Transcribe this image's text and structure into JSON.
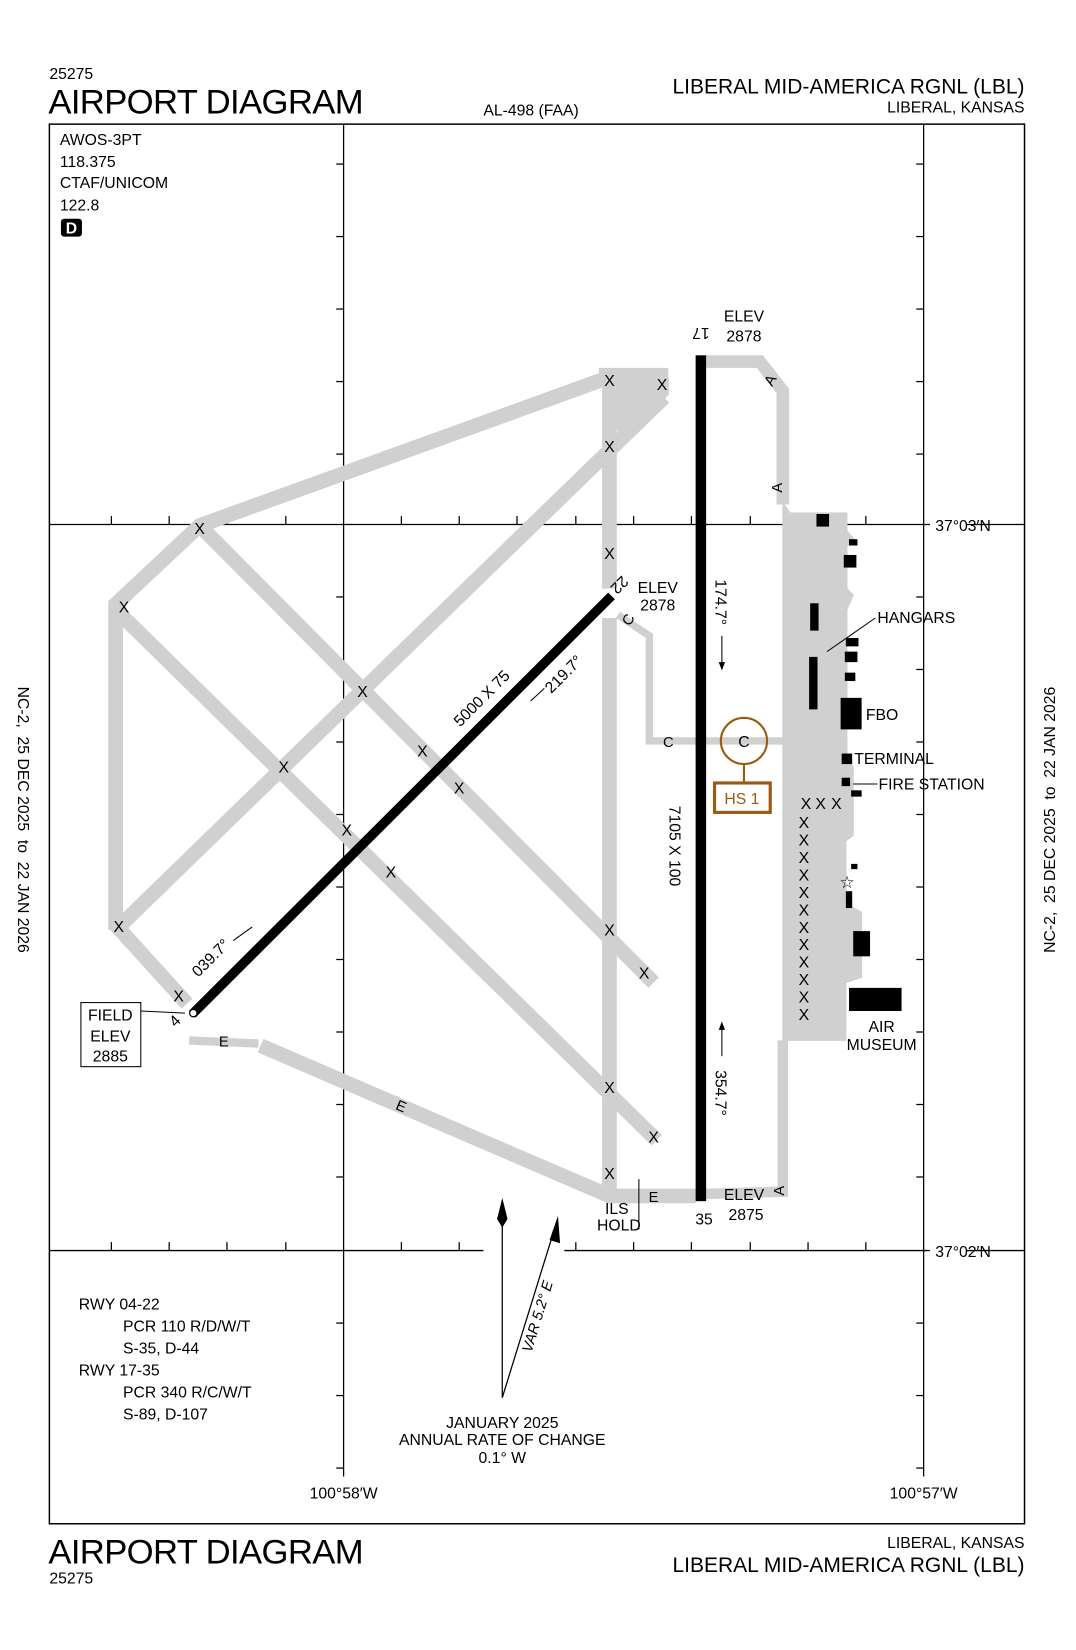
{
  "header": {
    "chart_number": "25275",
    "title": "AIRPORT DIAGRAM",
    "procedure_id": "AL-498 (FAA)",
    "airport_name": "LIBERAL MID-AMERICA RGNL (LBL)",
    "city_state": "LIBERAL, KANSAS"
  },
  "footer": {
    "chart_number": "25275",
    "title": "AIRPORT DIAGRAM",
    "airport_name": "LIBERAL MID-AMERICA RGNL (LBL)",
    "city_state": "LIBERAL, KANSAS"
  },
  "effective_dates": "NC-2,  25 DEC 2025  to  22 JAN 2026",
  "comms": {
    "awos": "AWOS-3PT",
    "awos_freq": "118.375",
    "ctaf": "CTAF/UNICOM",
    "ctaf_freq": "122.8",
    "atis_badge": "D"
  },
  "coordinates": {
    "lat_north": "37°03′N",
    "lat_south": "37°02′N",
    "lon_west": "100°58′W",
    "lon_east": "100°57′W"
  },
  "runways": {
    "rwy_17": "17",
    "rwy_35": "35",
    "rwy_22": "22",
    "rwy_4": "4",
    "dims_17_35": "7105 X 100",
    "dims_04_22": "5000 X 75",
    "hdg_174": "174.7°",
    "hdg_354": "354.7°",
    "hdg_219": "219.7°",
    "hdg_039": "039.7°",
    "elev_label": "ELEV",
    "elev_17": "2878",
    "elev_22": "2878",
    "elev_35": "2875"
  },
  "field_elev": {
    "l1": "FIELD",
    "l2": "ELEV",
    "l3": "2885"
  },
  "taxiways": {
    "a": "A",
    "c": "C",
    "e": "E",
    "closed_mark": "X"
  },
  "hot_spot": {
    "label": "HS 1",
    "taxiway": "C",
    "color": "#9a5a14"
  },
  "ils_hold": {
    "l1": "ILS",
    "l2": "HOLD"
  },
  "facilities": {
    "hangars": "HANGARS",
    "fbo": "FBO",
    "terminal": "TERMINAL",
    "fire_station": "FIRE STATION",
    "air_museum_1": "AIR",
    "air_museum_2": "MUSEUM"
  },
  "runway_info": [
    {
      "rwy": "RWY  04-22",
      "pcr": "PCR 110 R/D/W/T",
      "wt": "S-35, D-44"
    },
    {
      "rwy": "RWY  17-35",
      "pcr": "PCR 340 R/C/W/T",
      "wt": "S-89, D-107"
    }
  ],
  "magnetic": {
    "variation": "VAR 5.2° E",
    "epoch": "JANUARY 2025",
    "rate_label": "ANNUAL RATE OF CHANGE",
    "rate": "0.1° W"
  },
  "colors": {
    "taxiway": "#d0d0d0",
    "runway": "#000000",
    "hot_spot": "#9a5a14"
  }
}
